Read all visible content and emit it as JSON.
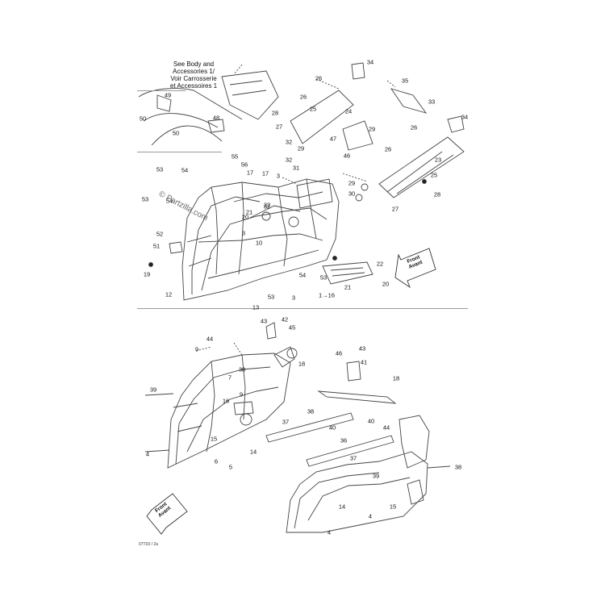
{
  "diagram": {
    "note_lines": [
      "See Body and",
      "Accessories 1/",
      "Voir Carrosserie",
      "et Accessoires 1"
    ],
    "watermark": "© Partzilla.com",
    "front_label_1": [
      "Front",
      "Avant"
    ],
    "front_label_2": [
      "Front",
      "Avant"
    ],
    "figure_code": "07T03 / 2a",
    "top_callouts": [
      "34",
      "35",
      "33",
      "26",
      "26",
      "25",
      "24",
      "28",
      "27",
      "26",
      "34",
      "29",
      "47",
      "32",
      "46",
      "29",
      "26",
      "23",
      "32",
      "31",
      "55",
      "56",
      "53",
      "54",
      "17",
      "17",
      "3",
      "25",
      "29",
      "30",
      "28",
      "27",
      "32",
      "53",
      "54",
      "22",
      "21",
      "3",
      "20",
      "52",
      "51",
      "10",
      "19",
      "12",
      "54",
      "53",
      "13",
      "1→16",
      "22",
      "20",
      "53",
      "3",
      "21",
      "49",
      "50",
      "48",
      "50"
    ],
    "bottom_callouts": [
      "43",
      "42",
      "45",
      "44",
      "9",
      "18",
      "38",
      "7",
      "39",
      "16",
      "9",
      "37",
      "38",
      "15",
      "4",
      "14",
      "6",
      "5",
      "36",
      "40",
      "46",
      "43",
      "41",
      "18",
      "44",
      "40",
      "37",
      "38",
      "39",
      "14",
      "15",
      "4",
      "4"
    ]
  }
}
